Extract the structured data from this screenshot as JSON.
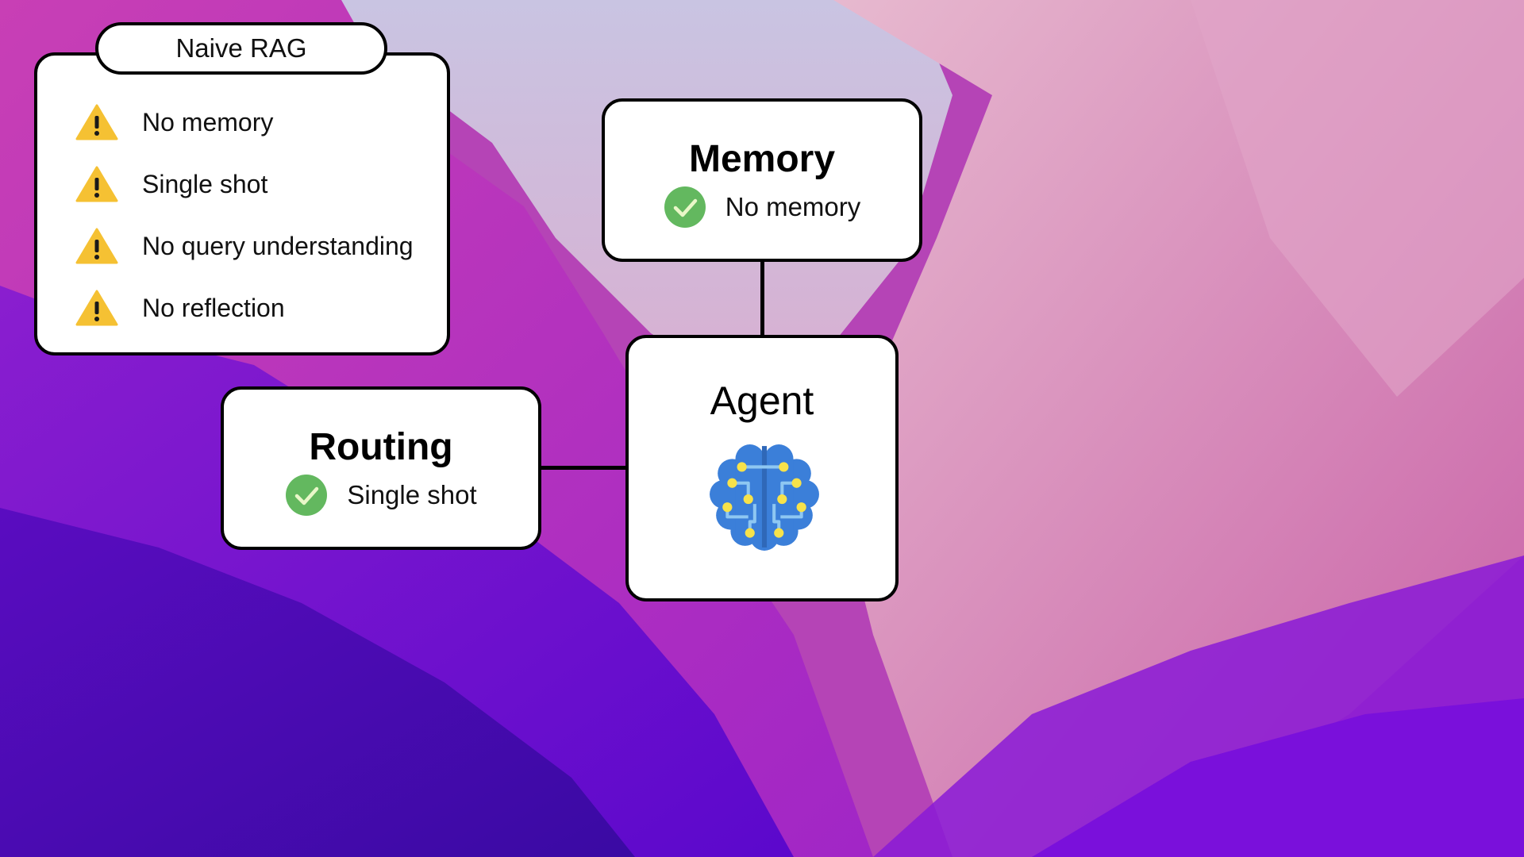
{
  "naive_rag": {
    "title": "Naive RAG",
    "items": [
      {
        "label": "No memory",
        "icon": "warning-icon"
      },
      {
        "label": "Single shot",
        "icon": "warning-icon"
      },
      {
        "label": "No query understanding",
        "icon": "warning-icon"
      },
      {
        "label": "No reflection",
        "icon": "warning-icon"
      }
    ]
  },
  "memory": {
    "title": "Memory",
    "status_label": "No memory",
    "status_icon": "check-icon"
  },
  "routing": {
    "title": "Routing",
    "status_label": "Single shot",
    "status_icon": "check-icon"
  },
  "agent": {
    "title": "Agent",
    "icon": "brain-circuit-icon"
  },
  "colors": {
    "warning": "#f5c133",
    "check": "#63b85f",
    "brain": "#3b7fd9",
    "brain_circuit": "#f7e24a"
  }
}
